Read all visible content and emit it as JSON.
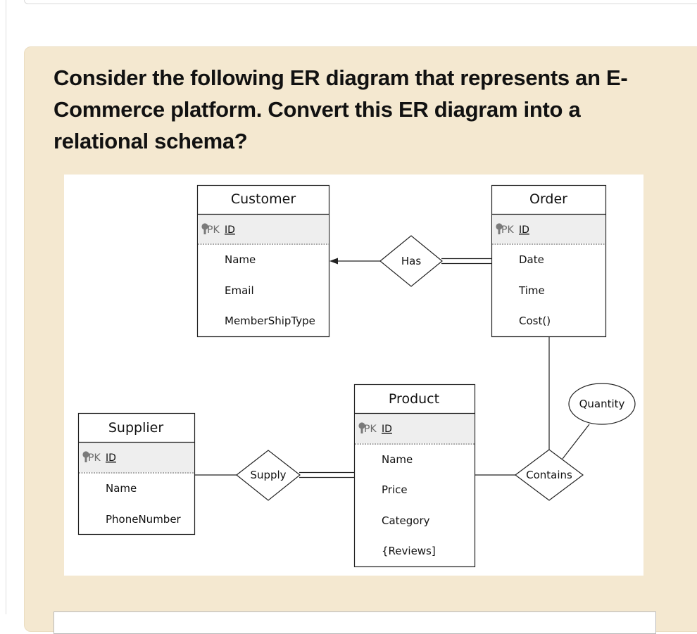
{
  "question": {
    "lines": [
      "Consider the following ER diagram that represents an E-",
      "Commerce platform. Convert this ER diagram into a",
      "relational schema?"
    ]
  },
  "diagram": {
    "entities": {
      "customer": {
        "title": "Customer",
        "pk": "PK",
        "id": "ID",
        "attributes": [
          "Name",
          "Email",
          "MemberShipType"
        ]
      },
      "order": {
        "title": "Order",
        "pk": "PK",
        "id": "ID",
        "attributes": [
          "Date",
          "Time",
          "Cost()"
        ]
      },
      "product": {
        "title": "Product",
        "pk": "PK",
        "id": "ID",
        "attributes": [
          "Name",
          "Price",
          "Category",
          "{Reviews]"
        ]
      },
      "supplier": {
        "title": "Supplier",
        "pk": "PK",
        "id": "ID",
        "attributes": [
          "Name",
          "PhoneNumber"
        ]
      }
    },
    "relationships": {
      "has": "Has",
      "supply": "Supply",
      "contains": "Contains"
    },
    "relationship_attributes": {
      "quantity": "Quantity"
    }
  },
  "colors": {
    "card_background": "#f4e8d0",
    "key_section": "#eeeeee",
    "key_icon": "#7a7a7a",
    "line": "#222222"
  }
}
